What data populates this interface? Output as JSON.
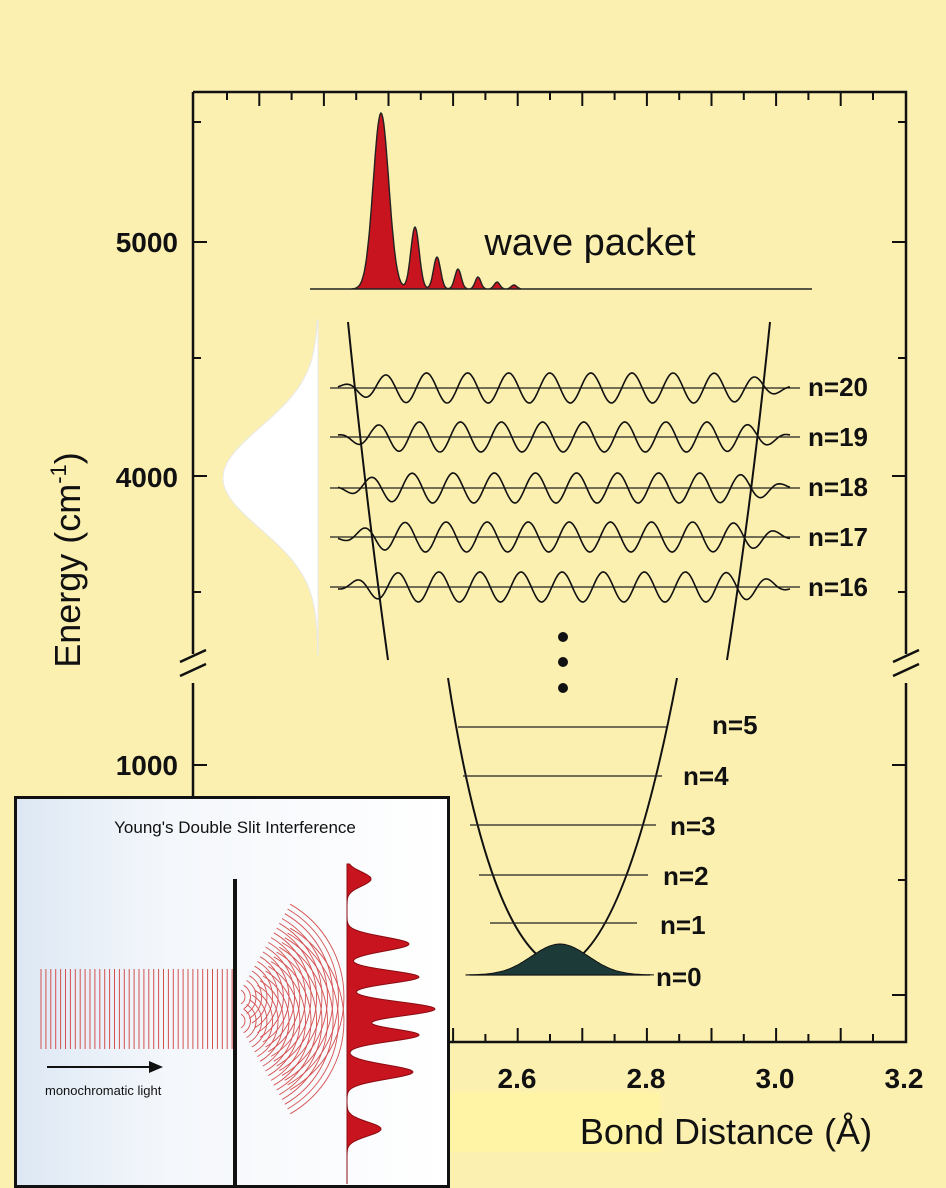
{
  "plot": {
    "ylabel_main": "Energy (cm",
    "ylabel_sup": "-1",
    "ylabel_close": ")",
    "xlabel": "Bond Distance (Å)",
    "y_ticks": [
      "5000",
      "4000",
      "1000"
    ],
    "x_ticks": [
      "2.6",
      "2.8",
      "3.0",
      "3.2"
    ],
    "wave_packet_label": "wave packet",
    "dots": "⋮"
  },
  "levels_upper": [
    {
      "label": "n=20"
    },
    {
      "label": "n=19"
    },
    {
      "label": "n=18"
    },
    {
      "label": "n=17"
    },
    {
      "label": "n=16"
    }
  ],
  "levels_lower": [
    {
      "label": "n=5"
    },
    {
      "label": "n=4"
    },
    {
      "label": "n=3"
    },
    {
      "label": "n=2"
    },
    {
      "label": "n=1"
    },
    {
      "label": "n=0"
    }
  ],
  "inset": {
    "title": "Young's Double Slit Interference",
    "arrow_label": "monochromatic light"
  },
  "colors": {
    "background": "#fbf0b0",
    "red_fill": "#c8141e",
    "ground_state_fill": "#1b3a38",
    "axis": "#111111"
  }
}
